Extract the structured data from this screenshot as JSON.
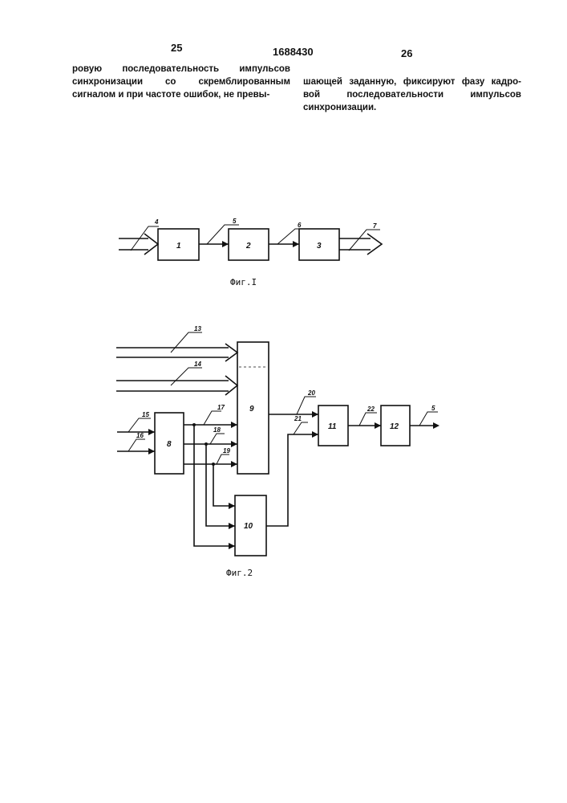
{
  "header": {
    "page_left": "25",
    "patent_number": "1688430",
    "page_right": "26"
  },
  "text": {
    "left_column": [
      "ровую последовательность импульсов",
      "синхронизации со скремблированным",
      "сигналом и при частоте ошибок, не превы-"
    ],
    "right_column": [
      "шающей заданную, фиксируют фазу кадро-",
      "вой последовательности импульсов",
      "синхронизации."
    ]
  },
  "figure1": {
    "caption": "Фиг.I",
    "blocks": [
      "1",
      "2",
      "3"
    ],
    "line_labels": [
      "4",
      "5",
      "6",
      "7"
    ]
  },
  "figure2": {
    "caption": "Фиг.2",
    "blocks": [
      "8",
      "9",
      "10",
      "11",
      "12"
    ],
    "line_labels": [
      "13",
      "14",
      "15",
      "16",
      "17",
      "18",
      "19",
      "20",
      "21",
      "22",
      "5"
    ]
  }
}
